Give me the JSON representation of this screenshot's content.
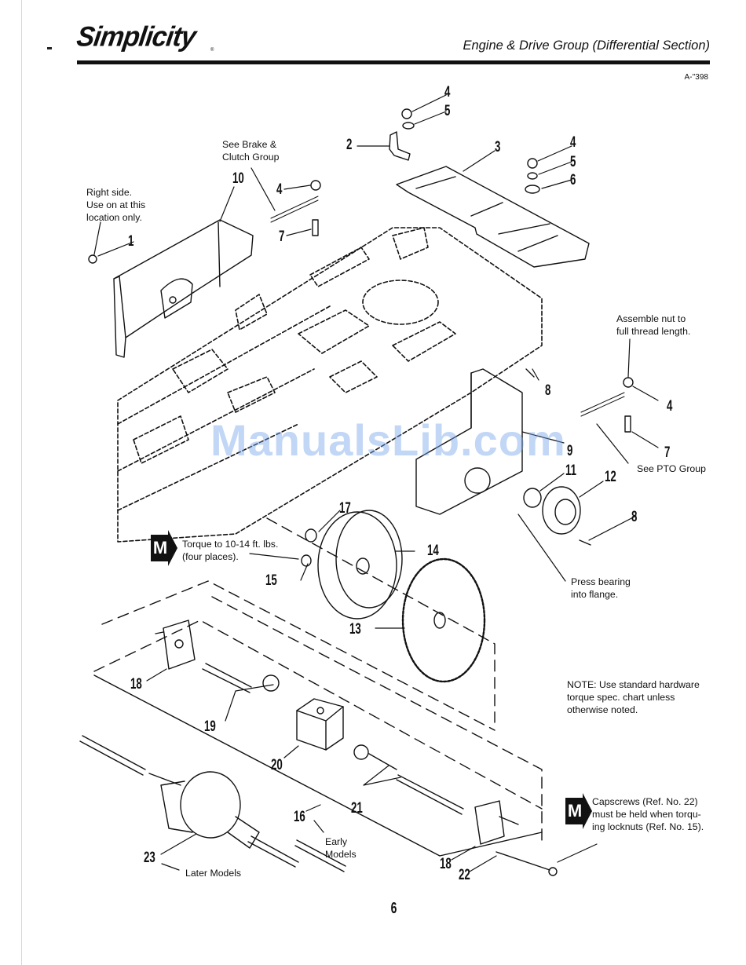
{
  "header": {
    "brand": "Simplicity",
    "brand_mark": "®",
    "section_title": "Engine & Drive Group (Differential Section)",
    "drawing_id": "A-''398"
  },
  "callouts": {
    "c1": "1",
    "c2": "2",
    "c3": "3",
    "c4a": "4",
    "c5a": "5",
    "c4b": "4",
    "c5b": "5",
    "c6": "6",
    "c4c": "4",
    "c7a": "7",
    "c10": "10",
    "c8a": "8",
    "c9": "9",
    "c4d": "4",
    "c7b": "7",
    "c11": "11",
    "c12": "12",
    "c8b": "8",
    "c17": "17",
    "c14": "14",
    "c15": "15",
    "c13": "13",
    "c18a": "18",
    "c19": "19",
    "c20": "20",
    "c21": "21",
    "c16": "16",
    "c23": "23",
    "c18b": "18",
    "c22": "22"
  },
  "notes": {
    "right_side": "Right side.\nUse on at this\nlocation only.",
    "brake_clutch": "See Brake &\nClutch Group",
    "assemble_nut": "Assemble nut to\nfull thread length.",
    "pto_group": "See PTO Group",
    "torque": "Torque to 10-14 ft. lbs.\n(four places).",
    "press_bearing": "Press bearing\ninto flange.",
    "hardware_note": "NOTE: Use standard hardware\ntorque spec. chart unless\notherwise noted.",
    "capscrews": "Capscrews (Ref. No. 22)\nmust be held when torqu-\ning locknuts (Ref. No. 15).",
    "early_models": "Early\nModels",
    "later_models": "Later Models"
  },
  "badges": {
    "torque_badge": "M",
    "capscrew_badge": "M"
  },
  "watermark": "ManualsLib.com",
  "footer": {
    "page_number": "6"
  }
}
